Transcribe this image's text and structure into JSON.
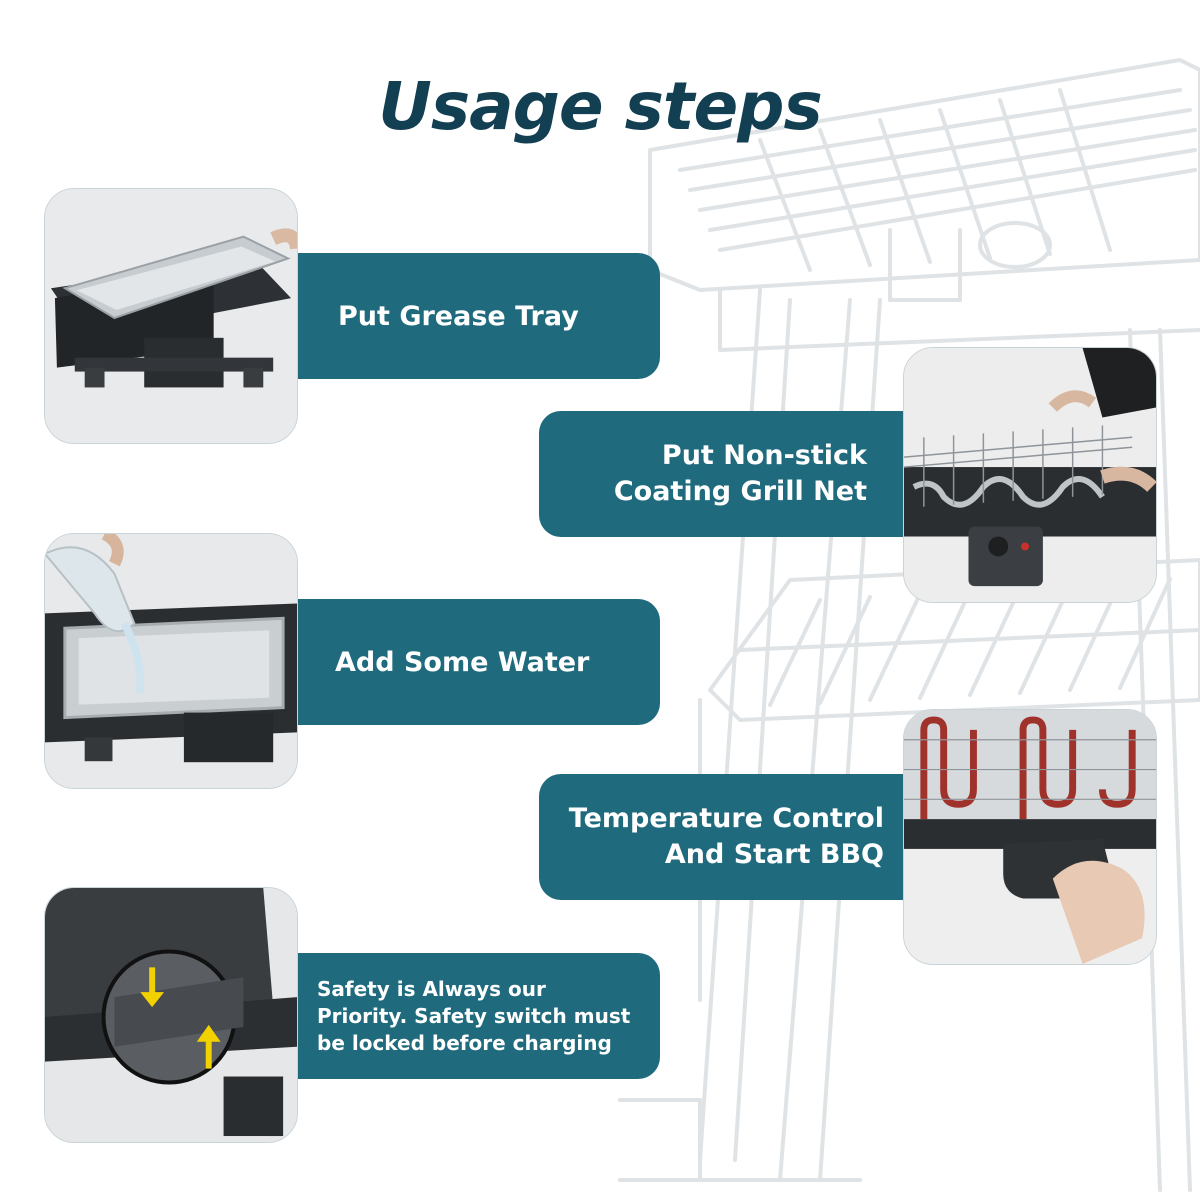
{
  "title": "Usage steps",
  "steps": [
    {
      "label": "Put Grease Tray",
      "photo_icon": "grease-tray-photo"
    },
    {
      "label": "Put Non-stick\nCoating Grill Net",
      "photo_icon": "grill-net-photo"
    },
    {
      "label": "Add Some Water",
      "photo_icon": "water-pouring-photo"
    },
    {
      "label": "Temperature Control\nAnd Start BBQ",
      "photo_icon": "temperature-knob-photo"
    },
    {
      "label": "Safety is Always our\nPriority. Safety switch must\nbe locked before charging",
      "photo_icon": "safety-switch-photo"
    }
  ],
  "colors": {
    "title": "#123f52",
    "label_background": "#1f6b7d",
    "label_text": "#ffffff",
    "sketch_lines": "#dfe3e5",
    "arrow": "#f2d100"
  }
}
